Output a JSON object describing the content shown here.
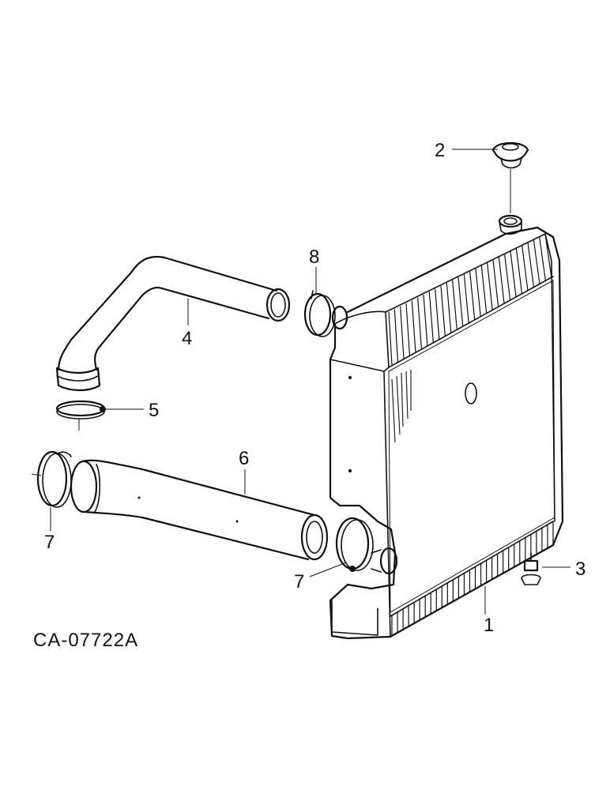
{
  "diagram": {
    "drawing_code": "CA-07722A",
    "callouts": [
      {
        "id": "radiator",
        "label": "1"
      },
      {
        "id": "radiator-cap",
        "label": "2"
      },
      {
        "id": "drain-cock",
        "label": "3"
      },
      {
        "id": "upper-hose",
        "label": "4"
      },
      {
        "id": "upper-hose-clamp-lower",
        "label": "5"
      },
      {
        "id": "lower-hose",
        "label": "6"
      },
      {
        "id": "lower-hose-clamp-left",
        "label": "7"
      },
      {
        "id": "lower-hose-clamp-right",
        "label": "7"
      },
      {
        "id": "upper-hose-clamp-upper",
        "label": "8"
      }
    ]
  }
}
